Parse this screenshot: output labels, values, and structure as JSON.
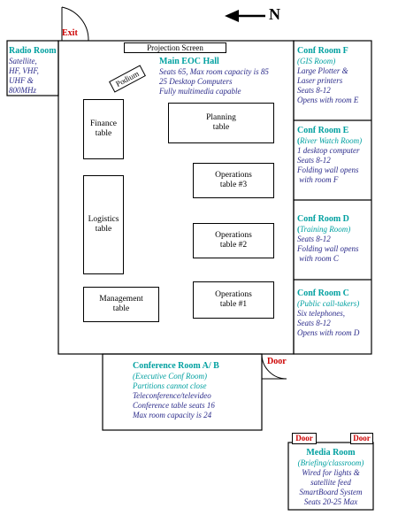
{
  "compass": {
    "label": "N"
  },
  "exit": {
    "label": "Exit"
  },
  "projection_screen": {
    "label": "Projection Screen"
  },
  "podium": {
    "label": "Podium"
  },
  "main_hall": {
    "title": "Main EOC Hall",
    "lines": [
      "Seats 65, Max room capacity is 85",
      "25 Desktop Computers",
      "Fully multimedia capable"
    ]
  },
  "radio_room": {
    "title": "Radio Room",
    "lines": [
      "Satellite,",
      "HF, VHF,",
      "UHF &",
      "800MHz"
    ]
  },
  "tables": {
    "finance": [
      "Finance",
      "table"
    ],
    "planning": [
      "Planning",
      "table"
    ],
    "logistics": [
      "Logistics",
      "table"
    ],
    "ops3": [
      "Operations",
      "table #3"
    ],
    "ops2": [
      "Operations",
      "table #2"
    ],
    "ops1": [
      "Operations",
      "table #1"
    ],
    "management": [
      "Management",
      "table"
    ]
  },
  "conf_f": {
    "title": "Conf Room F",
    "subtitle": "(GIS Room)",
    "lines": [
      "Large Plotter &",
      "Laser printers",
      "Seats 8-12",
      "Opens with room E"
    ]
  },
  "conf_e": {
    "title": "Conf Room E",
    "subtitle": "River Watch Room)",
    "subtitle_paren": "(",
    "lines": [
      "1 desktop computer",
      "Seats 8-12",
      "Folding wall opens",
      " with room F"
    ]
  },
  "conf_d": {
    "title": "Conf Room D",
    "subtitle_paren": "(",
    "subtitle": "Training Room)",
    "lines": [
      "Seats 8-12",
      "Folding wall opens",
      " with room C"
    ]
  },
  "conf_c": {
    "title": "Conf Room C",
    "subtitle": "(Public call-takers)",
    "lines": [
      "Six telephones,",
      "Seats 8-12",
      "Opens with room D"
    ]
  },
  "conf_ab": {
    "title": "Conference Room A/ B",
    "subtitle": "(Executive Conf Room)",
    "note": "Partitions cannot close",
    "lines": [
      "Teleconference/televideo",
      "Conference table seats 16",
      "Max room capacity is 24"
    ]
  },
  "doors": {
    "main": "Door",
    "media_left": "Door",
    "media_right": "Door"
  },
  "media_room": {
    "title": "Media Room",
    "subtitle": "(Briefing/classroom)",
    "lines": [
      "Wired for lights &",
      "satellite feed",
      "SmartBoard System",
      "Seats 20-25 Max"
    ]
  }
}
